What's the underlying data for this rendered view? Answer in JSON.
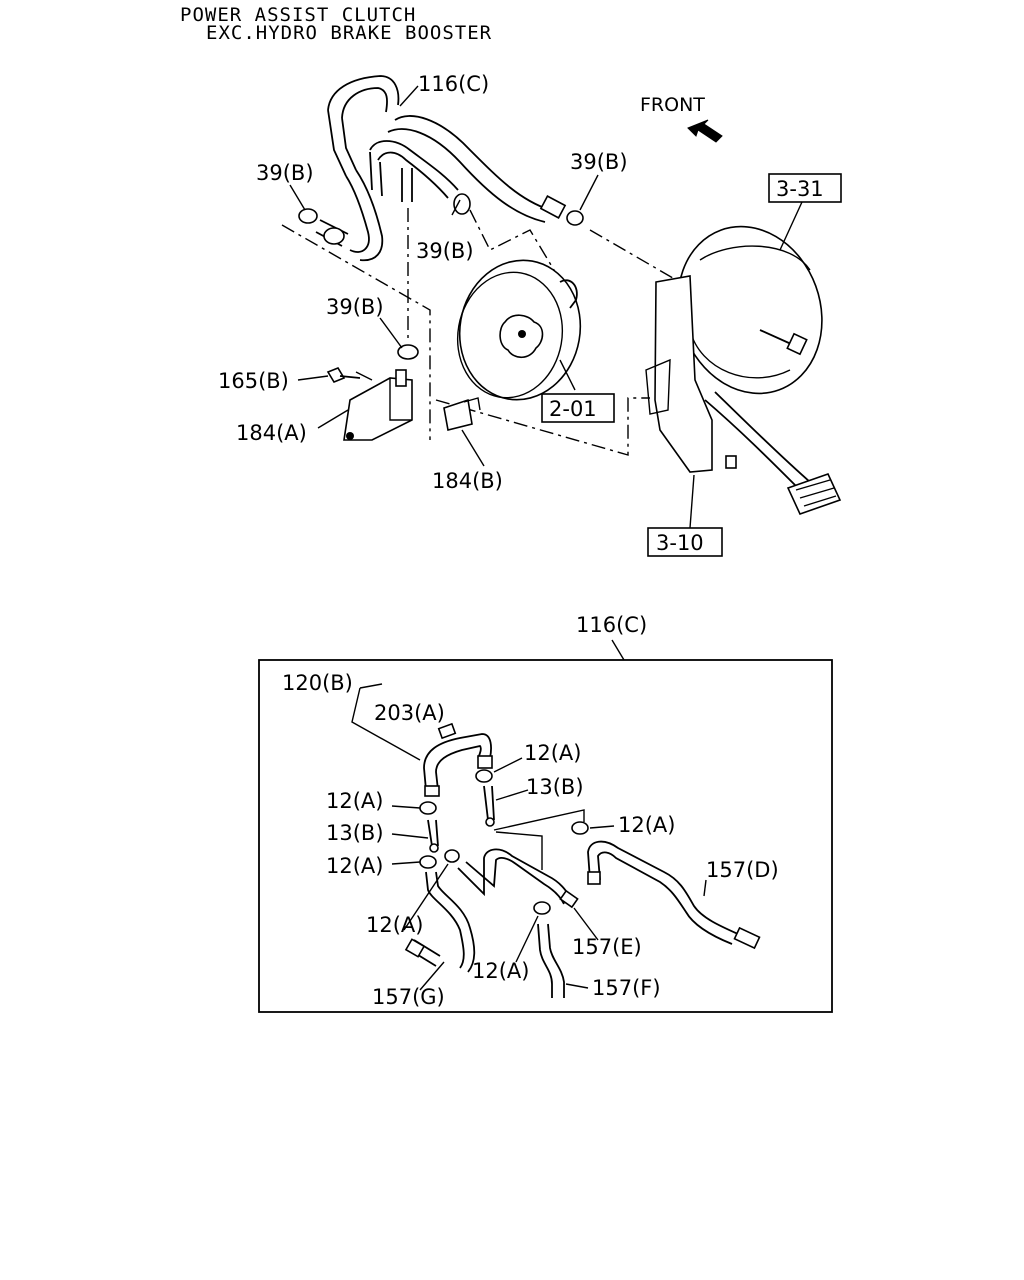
{
  "header": {
    "line1": "POWER ASSIST CLUTCH",
    "line2": "EXC.HYDRO BRAKE BOOSTER"
  },
  "front_label": "FRONT",
  "top": {
    "hose_116c": "116(C)",
    "clip_39b_left": "39(B)",
    "clip_39b_right": "39(B)",
    "clip_39b_mid": "39(B)",
    "clip_39b_lower": "39(B)",
    "bolt_165b": "165(B)",
    "bracket_184a": "184(A)",
    "bracket_184b": "184(B)",
    "ref_3_31": "3-31",
    "ref_2_01": "2-01",
    "ref_3_10": "3-10"
  },
  "detail": {
    "title": "116(C)",
    "l_120b": "120(B)",
    "l_203a": "203(A)",
    "l_12a_1": "12(A)",
    "l_13b_1": "13(B)",
    "l_12a_2": "12(A)",
    "l_12a_3": "12(A)",
    "l_13b_2": "13(B)",
    "l_12a_4": "12(A)",
    "l_157d": "157(D)",
    "l_12a_5": "12(A)",
    "l_157e": "157(E)",
    "l_12a_6": "12(A)",
    "l_157f": "157(F)",
    "l_157g": "157(G)"
  }
}
